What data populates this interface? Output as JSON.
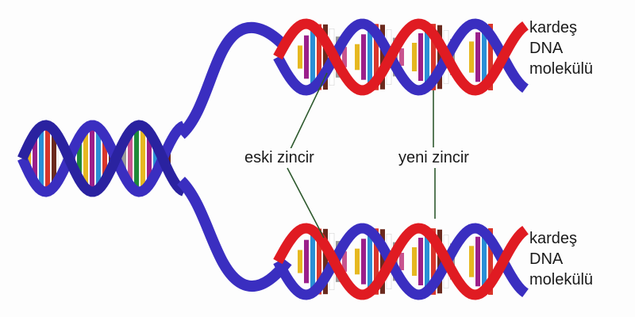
{
  "labels": {
    "old_strand": "eski zincir",
    "new_strand": "yeni zincir"
  },
  "sister_top": [
    "kardeş",
    "DNA",
    "molekülü"
  ],
  "sister_bottom": [
    "kardeş",
    "DNA",
    "molekülü"
  ],
  "colors": {
    "old_strand": "#3a2ec0",
    "new_strand": "#e01b22",
    "leader_line": "#2e5a2e",
    "base_pairs": [
      "#e6b820",
      "#9b1f8a",
      "#2a8fd6",
      "#d9362b",
      "#6b2a1e",
      "#ffffff",
      "#9a9a9a",
      "#c8548f",
      "#1e8a3a"
    ]
  }
}
